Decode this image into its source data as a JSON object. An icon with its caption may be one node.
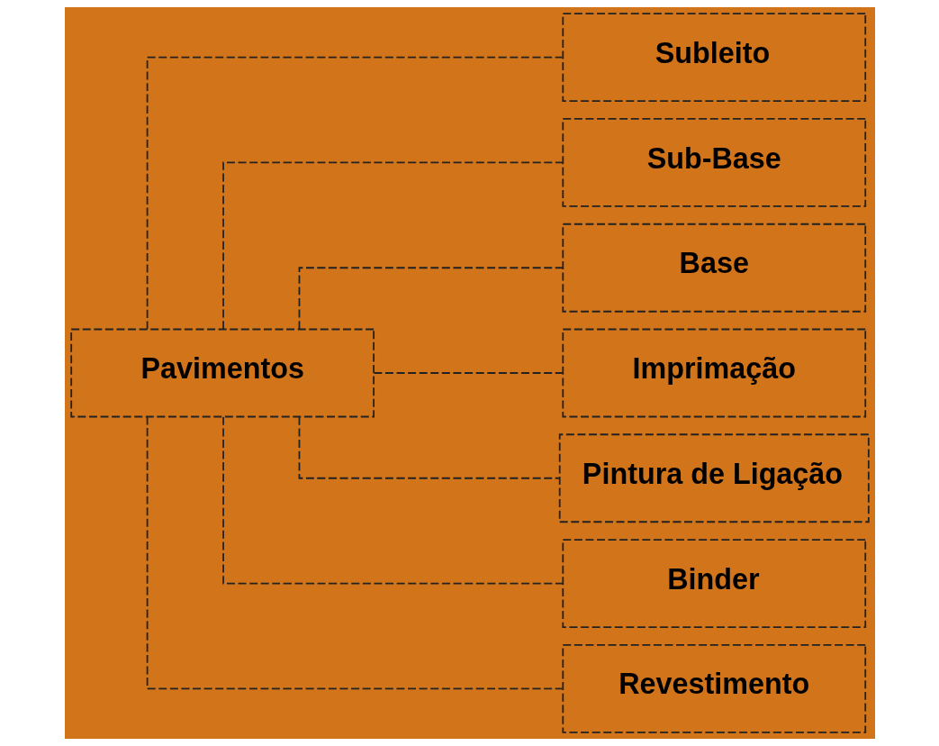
{
  "diagram": {
    "nodes": [
      {
        "text": [
          "Subleito"
        ]
      },
      {
        "text": [
          "Sub-Base"
        ]
      },
      {
        "text": [
          "Base"
        ]
      },
      {
        "text": [
          "Imprimação"
        ]
      },
      {
        "text": [
          "Pintura de Ligação"
        ]
      },
      {
        "text": [
          "Binder"
        ]
      },
      {
        "text": [
          "Revestimento"
        ]
      },
      {
        "text": [
          "Pavimentos"
        ]
      }
    ],
    "edges": [
      {
        "from": 7,
        "to": 0,
        "arrow": "none",
        "style": "dashed"
      },
      {
        "from": 7,
        "to": 1,
        "arrow": "none",
        "style": "dashed"
      },
      {
        "from": 7,
        "to": 2,
        "arrow": "none",
        "style": "dashed"
      },
      {
        "from": 7,
        "to": 3,
        "arrow": "none",
        "style": "dashed"
      },
      {
        "from": 7,
        "to": 4,
        "arrow": "none",
        "style": "dashed"
      },
      {
        "from": 7,
        "to": 5,
        "arrow": "none",
        "style": "dashed"
      },
      {
        "from": 7,
        "to": 6,
        "arrow": "none",
        "style": "dashed"
      }
    ]
  }
}
